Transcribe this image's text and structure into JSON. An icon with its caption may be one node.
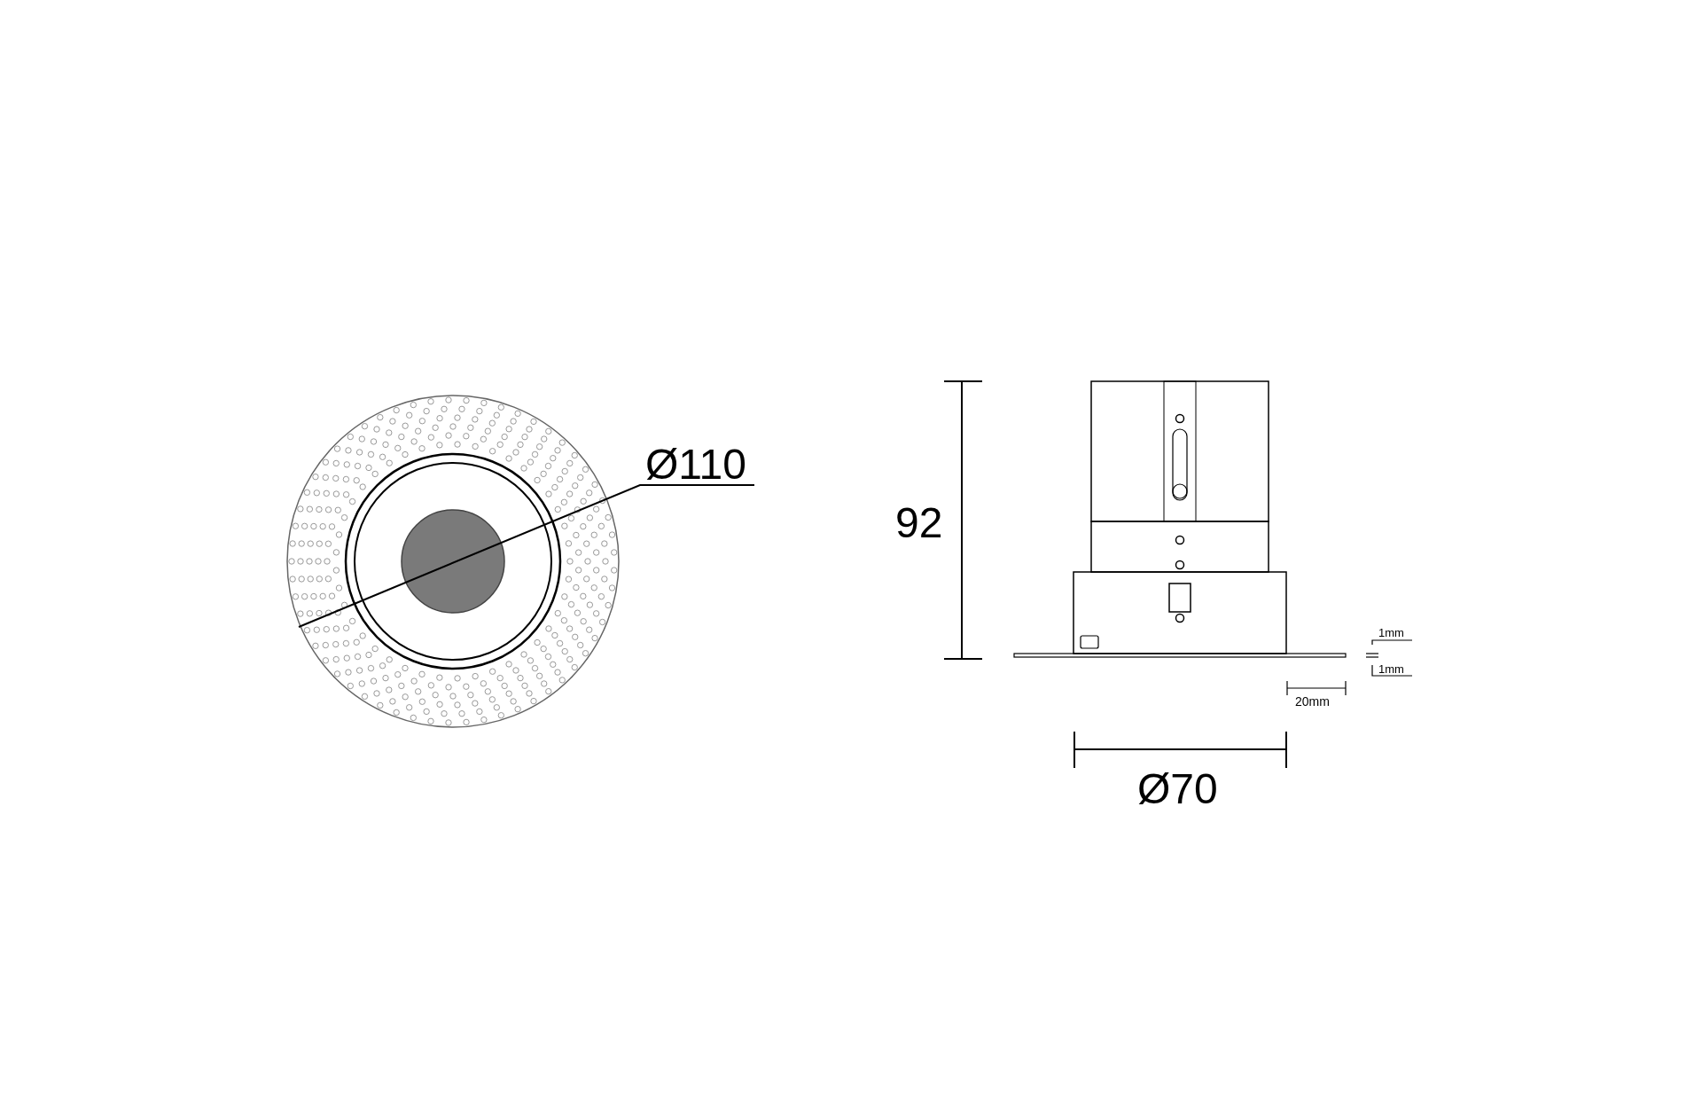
{
  "diagram": {
    "labels": [
      "Ø110",
      "92",
      "1mm",
      "1mm",
      "20mm",
      "Ø70"
    ]
  }
}
